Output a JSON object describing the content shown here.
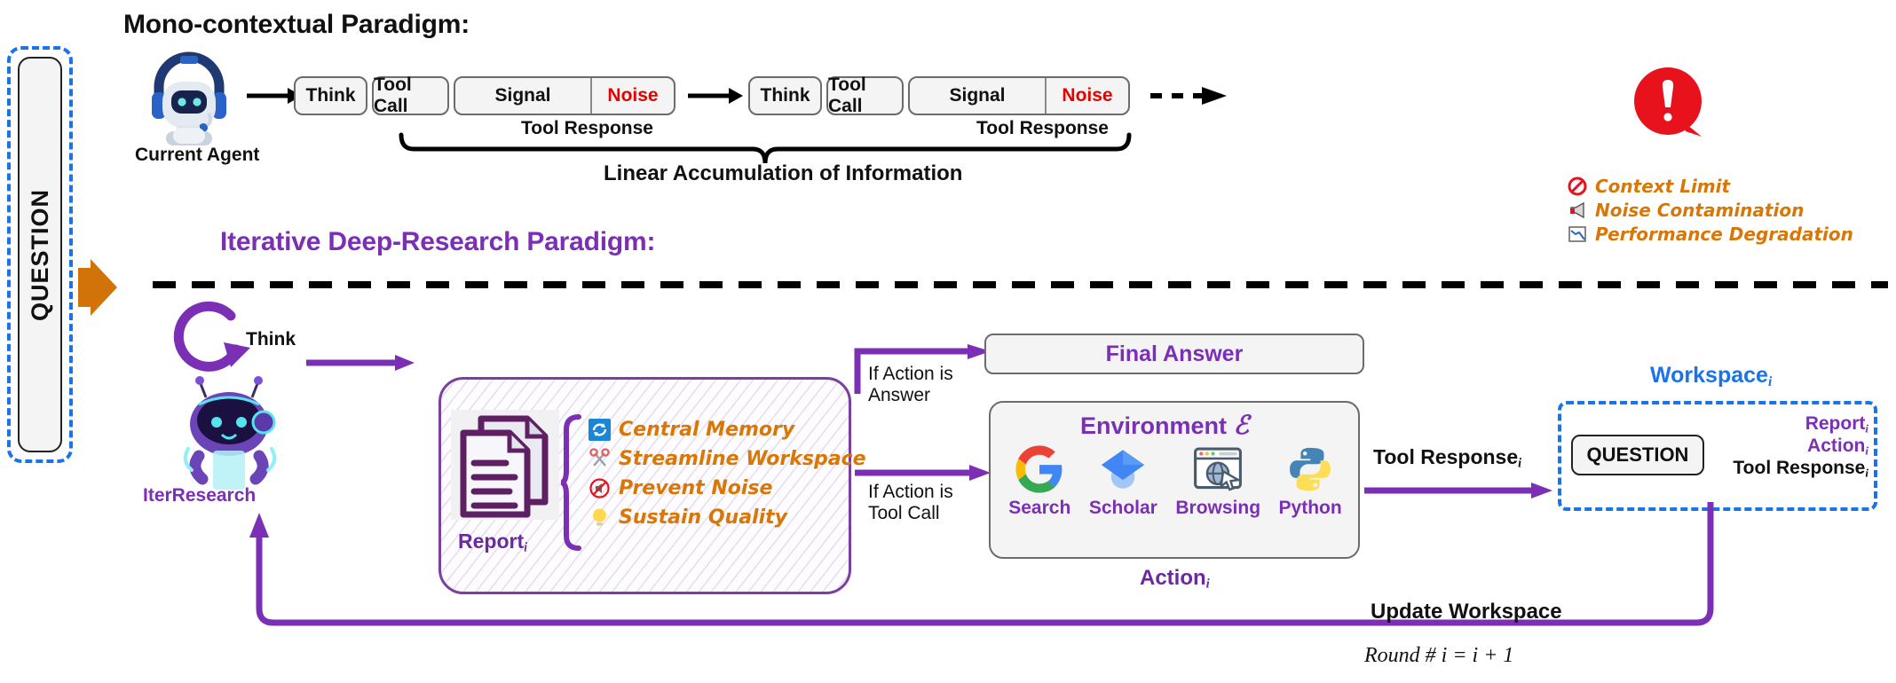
{
  "question_panel": {
    "label": "QUESTION"
  },
  "top": {
    "title": "Mono-contextual Paradigm:",
    "agent_label": "Current Agent",
    "agent_icon": "robot-headset-icon",
    "rounds": [
      {
        "think": "Think",
        "tool_call": "Tool Call",
        "signal": "Signal",
        "noise": "Noise",
        "tool_response": "Tool Response"
      },
      {
        "think": "Think",
        "tool_call": "Tool Call",
        "signal": "Signal",
        "noise": "Noise",
        "tool_response": "Tool Response"
      }
    ],
    "brace_label": "Linear Accumulation of Information",
    "alert_icon": "exclamation-bubble-icon",
    "issues": [
      {
        "icon": "prohibition-icon",
        "label": "Context Limit"
      },
      {
        "icon": "megaphone-icon",
        "label": "Noise Contamination"
      },
      {
        "icon": "declining-chart-icon",
        "label": "Performance Degradation"
      }
    ]
  },
  "bottom": {
    "title": "Iterative Deep-Research Paradigm:",
    "loop_icon": "circular-refresh-arrow-icon",
    "agent_label": "IterResearch",
    "agent_icon": "robot-mascot-icon",
    "think_label": "Think",
    "report_label": "Report",
    "report_sub": "i",
    "report_icon": "documents-icon",
    "features": [
      {
        "icon": "sync-icon",
        "label": "Central Memory"
      },
      {
        "icon": "scissors-icon",
        "label": "Streamline Workspace"
      },
      {
        "icon": "mute-icon",
        "label": "Prevent Noise"
      },
      {
        "icon": "lightbulb-icon",
        "label": "Sustain Quality"
      }
    ],
    "branch_answer": "If Action is\nAnswer",
    "branch_tool": "If Action is\nTool Call",
    "final_answer": "Final Answer",
    "environment_title": "Environment",
    "environment_symbol": "ℰ",
    "tools": [
      {
        "icon": "google-search-icon",
        "label": "Search"
      },
      {
        "icon": "google-scholar-icon",
        "label": "Scholar"
      },
      {
        "icon": "browser-globe-cursor-icon",
        "label": "Browsing"
      },
      {
        "icon": "python-icon",
        "label": "Python"
      }
    ],
    "action_label": "Action",
    "action_sub": "i",
    "tool_response_label": "Tool Response",
    "tool_response_sub": "i",
    "workspace_title": "Workspace",
    "workspace_sub": "i",
    "workspace_question": "QUESTION",
    "workspace_items": [
      {
        "text": "Report",
        "sub": "i",
        "color": "#7b2fb5"
      },
      {
        "text": "Action",
        "sub": "i",
        "color": "#7b2fb5"
      },
      {
        "text": "Tool Response",
        "sub": "i",
        "color": "#111111"
      }
    ],
    "update_label": "Update Workspace",
    "round_label": "Round # i = i + 1"
  },
  "colors": {
    "purple": "#7b2fb5",
    "blue": "#1a73e8",
    "orange": "#d97706",
    "red": "#e60000",
    "dark_orange_arrow": "#d2730a"
  }
}
